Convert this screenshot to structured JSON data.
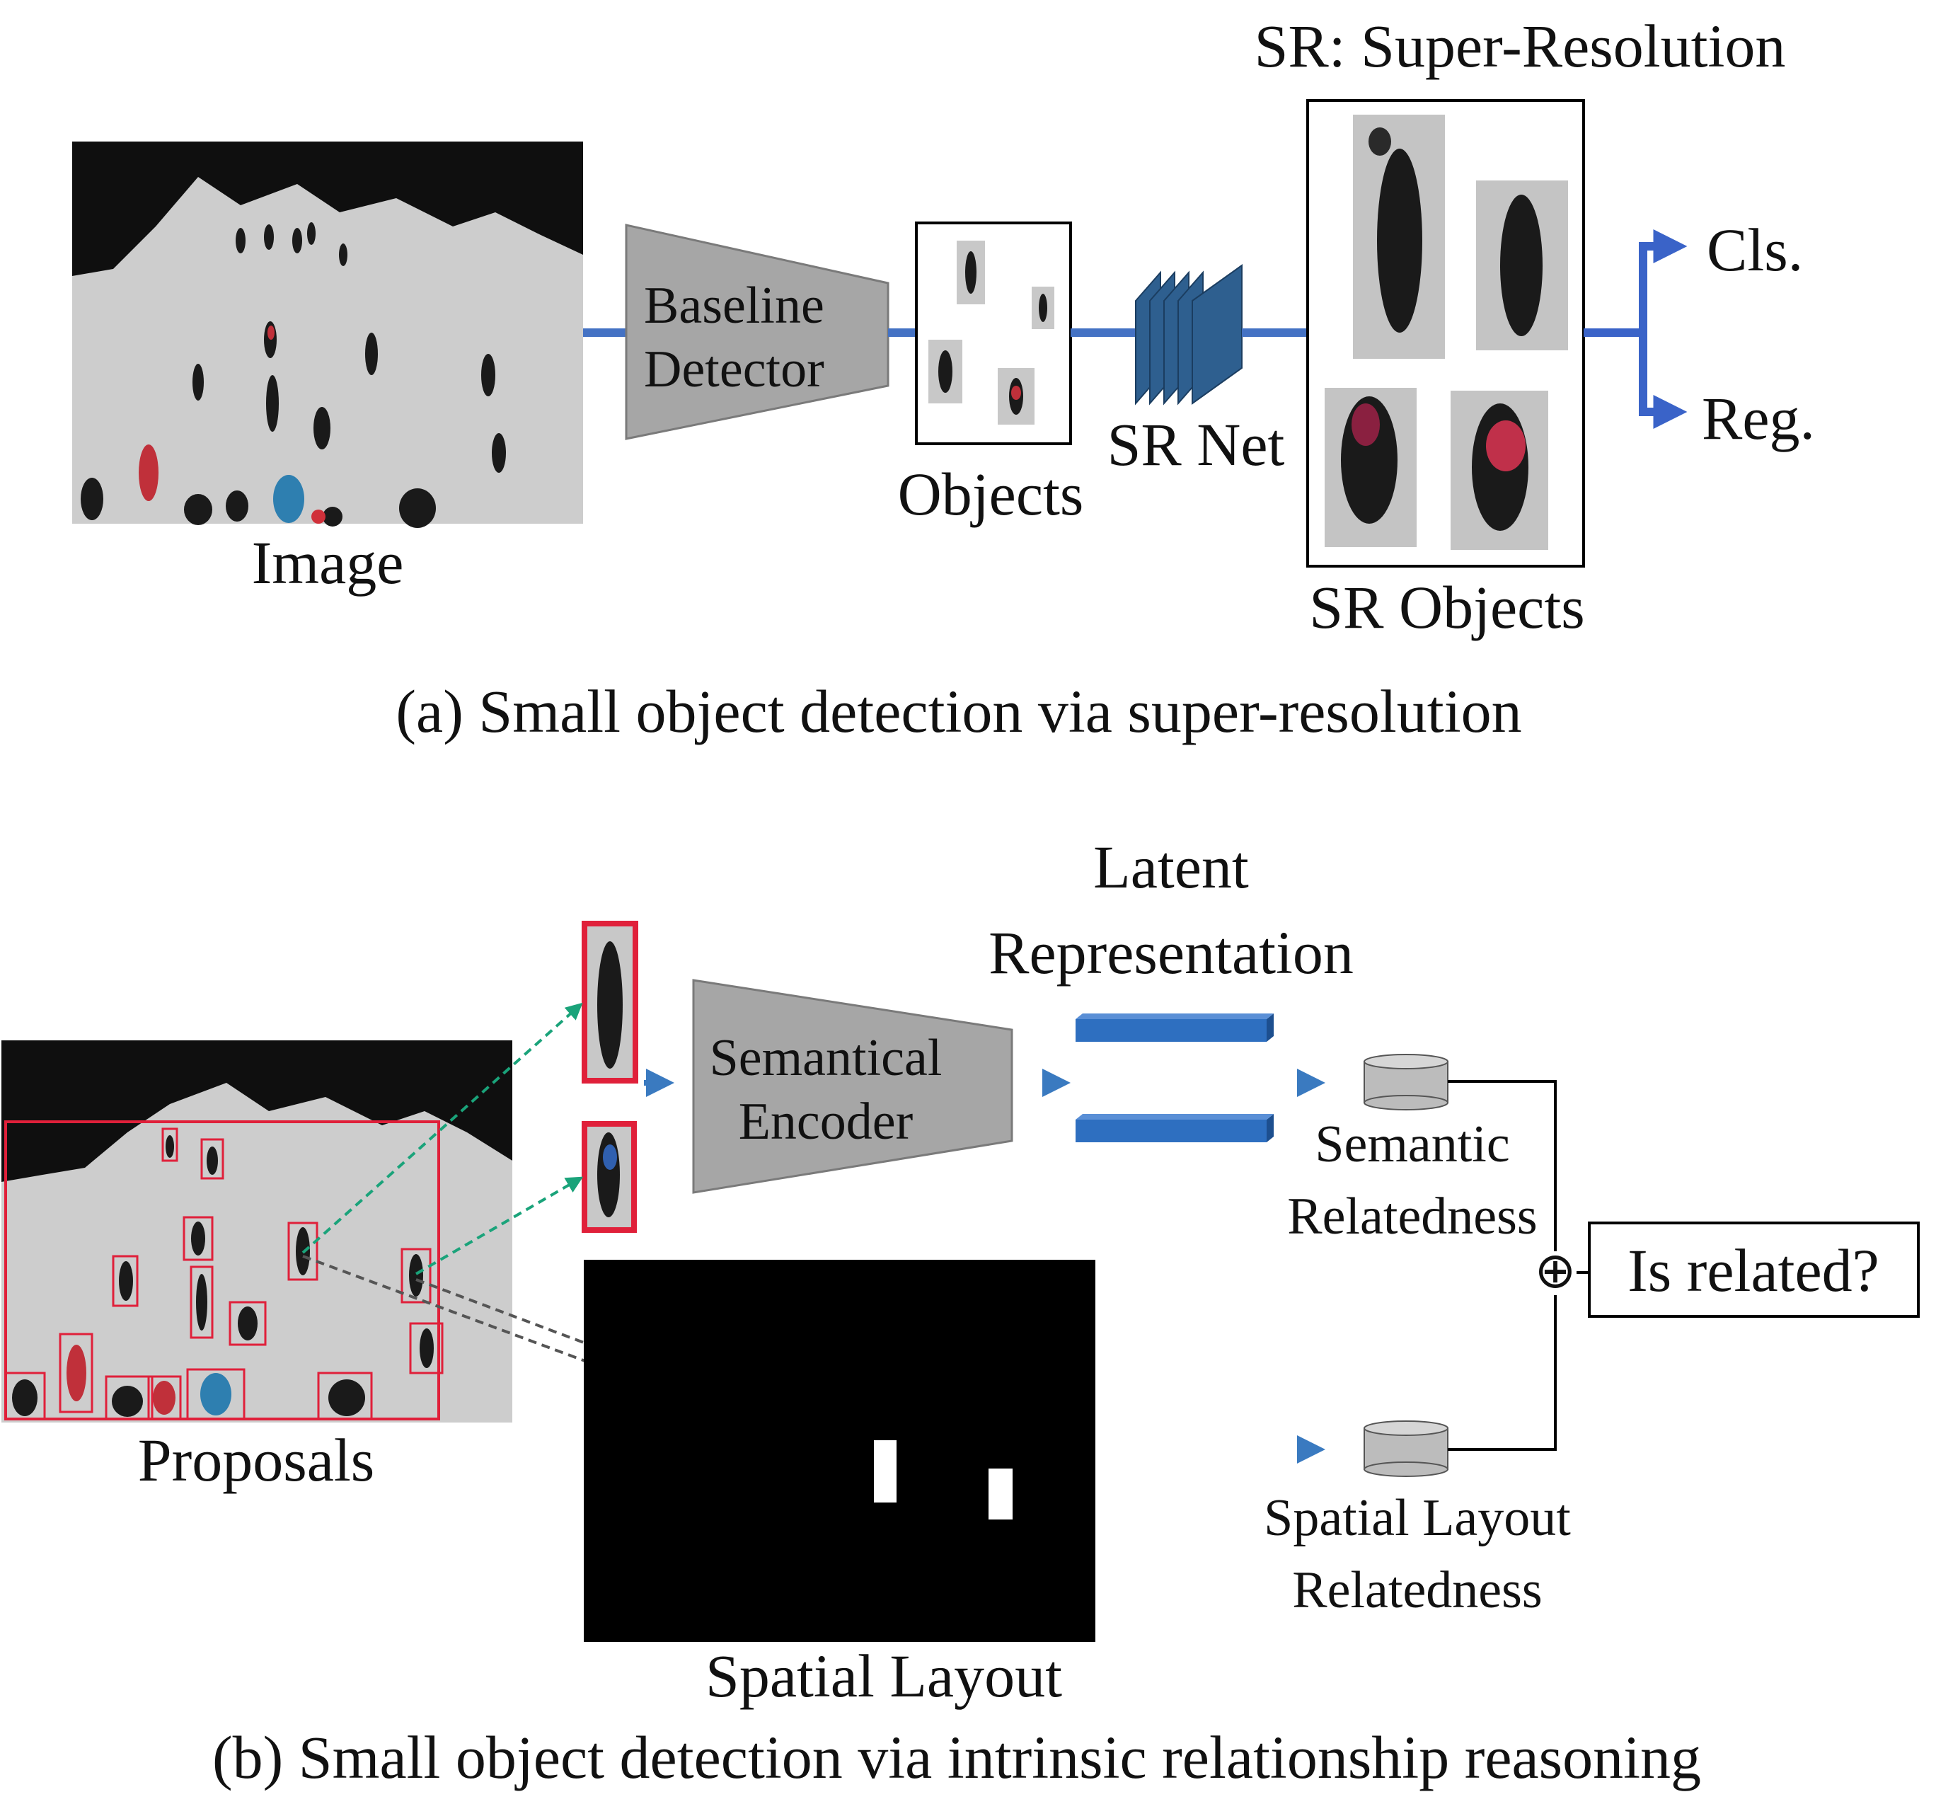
{
  "panel_a": {
    "image_label": "Image",
    "detector_label_line1": "Baseline",
    "detector_label_line2": "Detector",
    "objects_label": "Objects",
    "sr_net_label": "SR Net",
    "sr_title": "SR: Super-Resolution",
    "sr_objects_label": "SR Objects",
    "output_cls": "Cls.",
    "output_reg": "Reg.",
    "caption": "(a) Small object detection via super-resolution"
  },
  "panel_b": {
    "proposals_label": "Proposals",
    "encoder_label_line1": "Semantical",
    "encoder_label_line2": "Encoder",
    "latent_label_line1": "Latent",
    "latent_label_line2": "Representation",
    "semantic_label_line1": "Semantic",
    "semantic_label_line2": "Relatedness",
    "spatial_rel_label_line1": "Spatial Layout",
    "spatial_rel_label_line2": "Relatedness",
    "spatial_layout_label": "Spatial Layout",
    "plus_symbol": "⊕",
    "is_related_label": "Is related?",
    "caption": "(b) Small object detection via intrinsic relationship reasoning"
  },
  "colors": {
    "arrow_blue": "#4472c4",
    "sr_net_blue": "#2e5f8f",
    "trapezoid_gray": "#a6a6a6",
    "snow_gray": "#cfcfcf",
    "proposal_red": "#e0203a",
    "dashed_green": "#1aa37a",
    "dashed_dark": "#555555"
  }
}
